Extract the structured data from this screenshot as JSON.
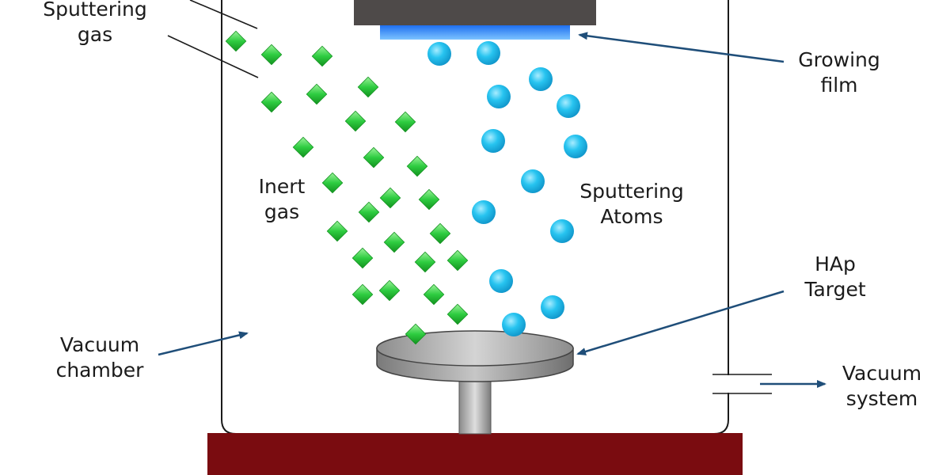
{
  "labels": {
    "sputtering_gas": [
      "Sputtering",
      "gas"
    ],
    "growing_film": [
      "Growing",
      "film"
    ],
    "inert_gas": [
      "Inert",
      "gas"
    ],
    "sputtering_atoms": [
      "Sputtering",
      "Atoms"
    ],
    "hap_target": [
      "HAp",
      "Target"
    ],
    "vacuum_chamber": [
      "Vacuum",
      "chamber"
    ],
    "vacuum_system": [
      "Vacuum",
      "system"
    ]
  },
  "colors": {
    "inert_gas_particle": "#2ecc40",
    "sputtered_atom": "#27c4f0",
    "growing_film": "#2f86f5",
    "substrate_holder": "#4e4a49",
    "base": "#7a0c10",
    "target": "#9a9a9a",
    "arrow": "#1f4e79"
  },
  "icons": {
    "inert_gas_particle": "green-diamond",
    "sputtered_atom": "blue-circle"
  }
}
